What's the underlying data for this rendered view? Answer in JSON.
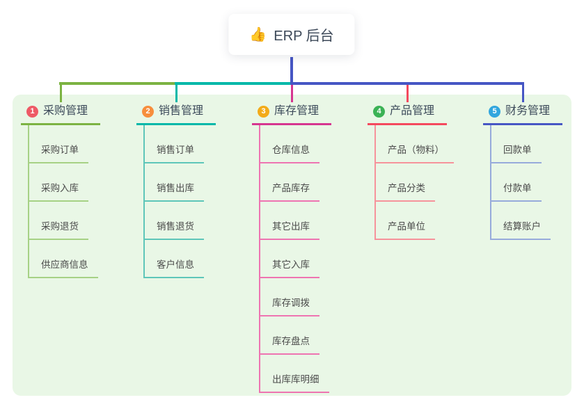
{
  "root": {
    "icon": "👍",
    "title": "ERP 后台"
  },
  "colors": {
    "panel_bg": "#e9f7e6",
    "stem": "#4656c4"
  },
  "branches": [
    {
      "badge": "1",
      "badge_color": "#ee5a66",
      "label": "采购管理",
      "line_color": "#7cb342",
      "child_line_color": "#a6d185",
      "children": [
        "采购订单",
        "采购入库",
        "采购退货",
        "供应商信息"
      ]
    },
    {
      "badge": "2",
      "badge_color": "#f78e3c",
      "label": "销售管理",
      "line_color": "#00b8a9",
      "child_line_color": "#5ec6b9",
      "children": [
        "销售订单",
        "销售出库",
        "销售退货",
        "客户信息"
      ]
    },
    {
      "badge": "3",
      "badge_color": "#f3ab19",
      "label": "库存管理",
      "line_color": "#d63690",
      "child_line_color": "#ee74b1",
      "children": [
        "仓库信息",
        "产品库存",
        "其它出库",
        "其它入库",
        "库存调拨",
        "库存盘点",
        "出库库明细"
      ]
    },
    {
      "badge": "4",
      "badge_color": "#3bb255",
      "label": "产品管理",
      "line_color": "#f4495e",
      "child_line_color": "#f6939b",
      "children": [
        "产品（物料）",
        "产品分类",
        "产品单位"
      ]
    },
    {
      "badge": "5",
      "badge_color": "#32a6de",
      "label": "财务管理",
      "line_color": "#4656c4",
      "child_line_color": "#97abdb",
      "children": [
        "回款单",
        "付款单",
        "结算账户"
      ]
    }
  ],
  "bus_segment_color_sources": [
    0,
    1,
    4
  ]
}
